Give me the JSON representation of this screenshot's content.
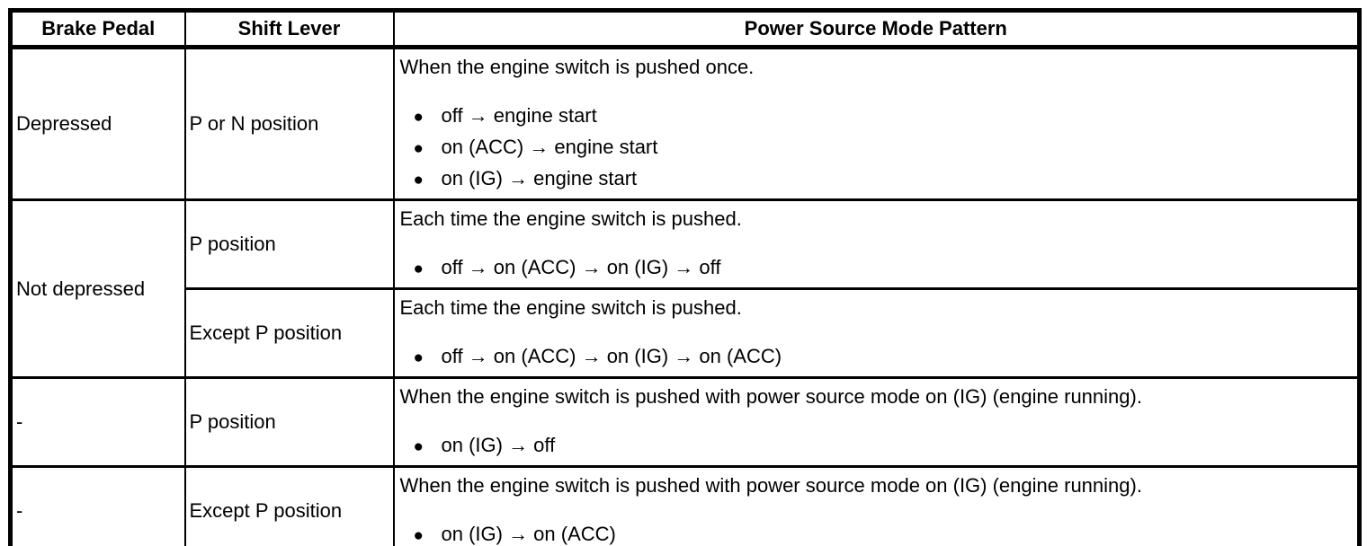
{
  "icons": {
    "bullet": "●"
  },
  "table": {
    "columns": [
      {
        "label": "Brake Pedal"
      },
      {
        "label": "Shift Lever"
      },
      {
        "label": "Power Source Mode Pattern"
      }
    ],
    "rows": [
      {
        "brake_pedal": "Depressed",
        "shift_lever": "P or N position",
        "pattern": {
          "intro": "When the engine switch is pushed once.",
          "bullets": [
            "off → engine start",
            "on (ACC) → engine start",
            "on (IG) → engine start"
          ]
        }
      },
      {
        "brake_pedal": "Not depressed",
        "shift_lever": "P position",
        "pattern": {
          "intro": "Each time the engine switch is pushed.",
          "bullets": [
            "off → on (ACC) → on (IG) → off"
          ]
        }
      },
      {
        "shift_lever": "Except P position",
        "pattern": {
          "intro": "Each time the engine switch is pushed.",
          "bullets": [
            "off → on (ACC) → on (IG) → on (ACC)"
          ]
        }
      },
      {
        "brake_pedal": "-",
        "shift_lever": "P position",
        "pattern": {
          "intro": "When the engine switch is pushed with power source mode on (IG) (engine running).",
          "bullets": [
            "on (IG) → off"
          ]
        }
      },
      {
        "brake_pedal": "-",
        "shift_lever": "Except P position",
        "pattern": {
          "intro": "When the engine switch is pushed with power source mode on (IG) (engine running).",
          "bullets": [
            "on (IG) → on (ACC)"
          ]
        }
      }
    ]
  }
}
